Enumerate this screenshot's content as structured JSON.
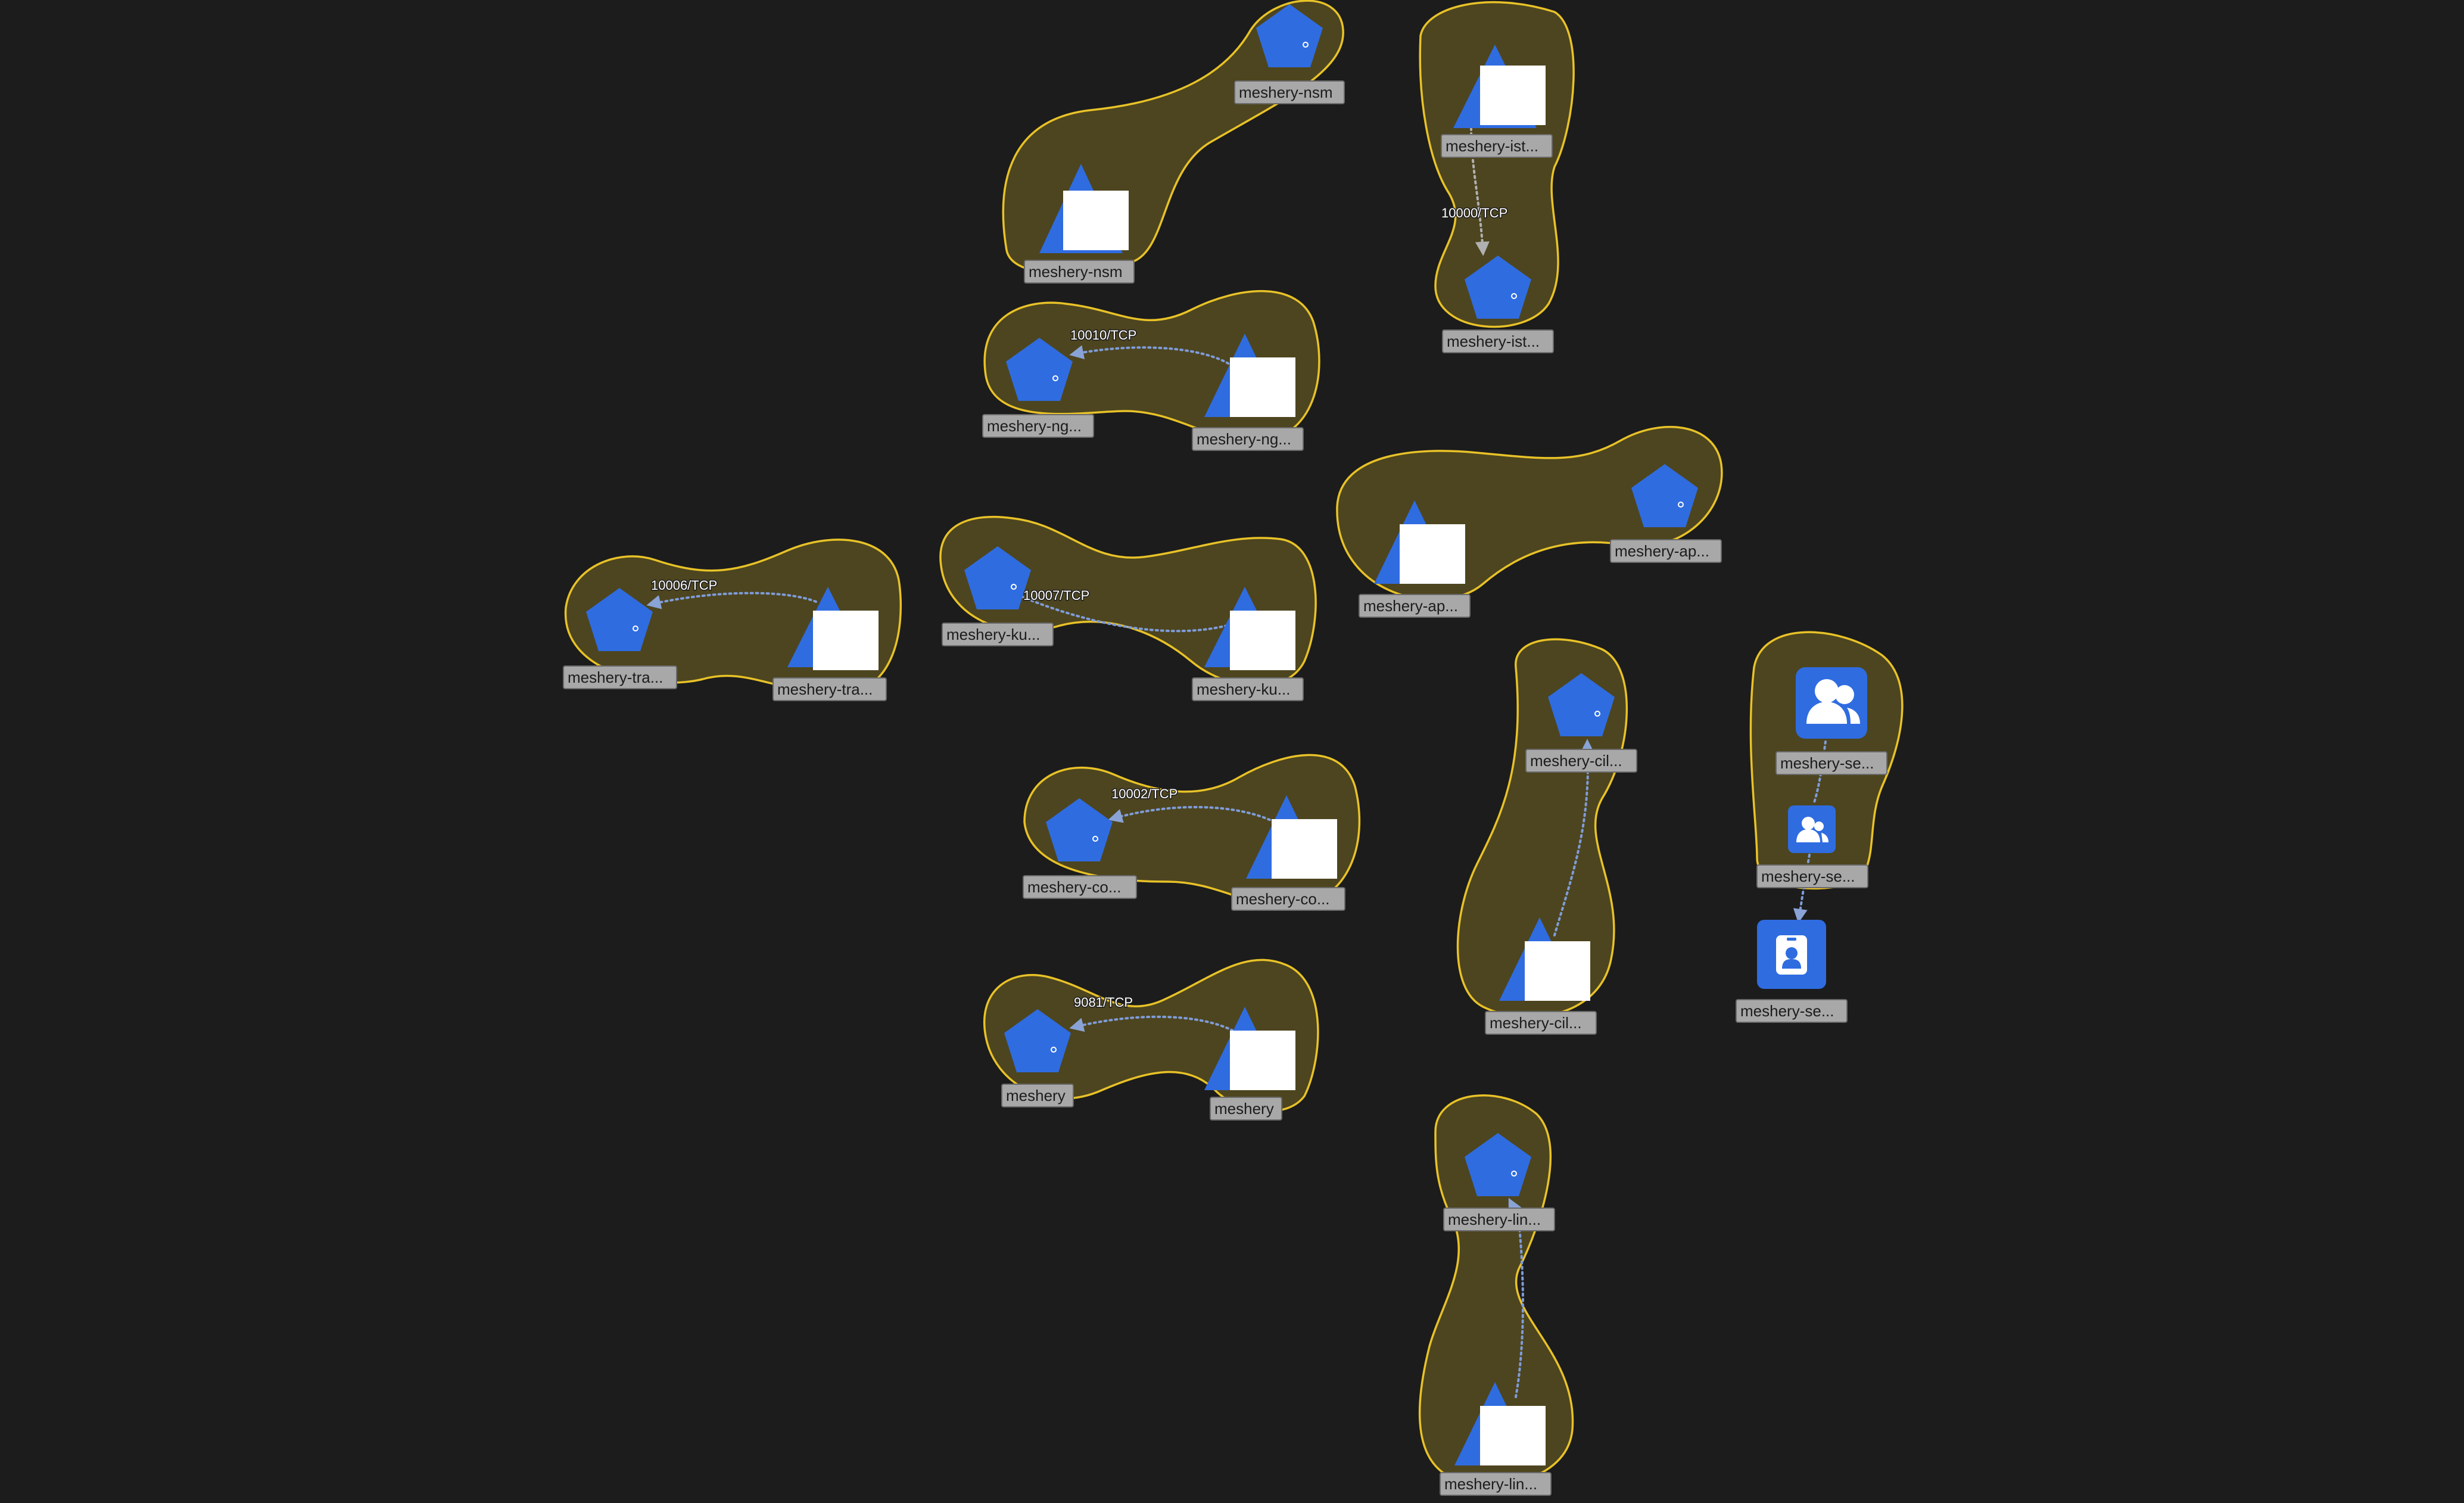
{
  "colors": {
    "background": "#1c1c1c",
    "node_blue": "#2f6ce0",
    "group_fill": "rgba(235,200,40,0.24)",
    "group_stroke": "#e8c228",
    "edge": "#7f9cd9",
    "label_bg": "#a8a8a8"
  },
  "nodes": {
    "nsm_svc": {
      "label": "meshery-nsm",
      "kind": "service",
      "icon": "pentagon-service-icon"
    },
    "nsm_dep": {
      "label": "meshery-nsm",
      "kind": "deployment",
      "icon": "deployment-icon"
    },
    "istio_dep": {
      "label": "meshery-ist...",
      "kind": "deployment",
      "icon": "deployment-icon"
    },
    "istio_svc": {
      "label": "meshery-ist...",
      "kind": "service",
      "icon": "pentagon-service-icon"
    },
    "nginx_svc": {
      "label": "meshery-ng...",
      "kind": "service",
      "icon": "pentagon-service-icon"
    },
    "nginx_dep": {
      "label": "meshery-ng...",
      "kind": "deployment",
      "icon": "deployment-icon"
    },
    "app_dep": {
      "label": "meshery-ap...",
      "kind": "deployment",
      "icon": "deployment-icon"
    },
    "app_svc": {
      "label": "meshery-ap...",
      "kind": "service",
      "icon": "pentagon-service-icon"
    },
    "traefik_svc": {
      "label": "meshery-tra...",
      "kind": "service",
      "icon": "pentagon-service-icon"
    },
    "traefik_dep": {
      "label": "meshery-tra...",
      "kind": "deployment",
      "icon": "deployment-icon"
    },
    "kuma_svc": {
      "label": "meshery-ku...",
      "kind": "service",
      "icon": "pentagon-service-icon"
    },
    "kuma_dep": {
      "label": "meshery-ku...",
      "kind": "deployment",
      "icon": "deployment-icon"
    },
    "cilium_svc": {
      "label": "meshery-cil...",
      "kind": "service",
      "icon": "pentagon-service-icon"
    },
    "cilium_dep": {
      "label": "meshery-cil...",
      "kind": "deployment",
      "icon": "deployment-icon"
    },
    "se_group": {
      "label": "meshery-se...",
      "kind": "rolebinding",
      "icon": "users-group-icon"
    },
    "se_role": {
      "label": "meshery-se...",
      "kind": "role",
      "icon": "user-role-icon"
    },
    "se_account": {
      "label": "meshery-se...",
      "kind": "serviceaccount",
      "icon": "id-badge-icon"
    },
    "consul_svc": {
      "label": "meshery-co...",
      "kind": "service",
      "icon": "pentagon-service-icon"
    },
    "consul_dep": {
      "label": "meshery-co...",
      "kind": "deployment",
      "icon": "deployment-icon"
    },
    "meshery_svc": {
      "label": "meshery",
      "kind": "service",
      "icon": "pentagon-service-icon"
    },
    "meshery_dep": {
      "label": "meshery",
      "kind": "deployment",
      "icon": "deployment-icon"
    },
    "linkerd_svc": {
      "label": "meshery-lin...",
      "kind": "service",
      "icon": "pentagon-service-icon"
    },
    "linkerd_dep": {
      "label": "meshery-lin...",
      "kind": "deployment",
      "icon": "deployment-icon"
    }
  },
  "edges": {
    "istio": "10000/TCP",
    "nginx": "10010/TCP",
    "traefik": "10006/TCP",
    "kuma": "10007/TCP",
    "consul": "10002/TCP",
    "meshery": "9081/TCP"
  }
}
